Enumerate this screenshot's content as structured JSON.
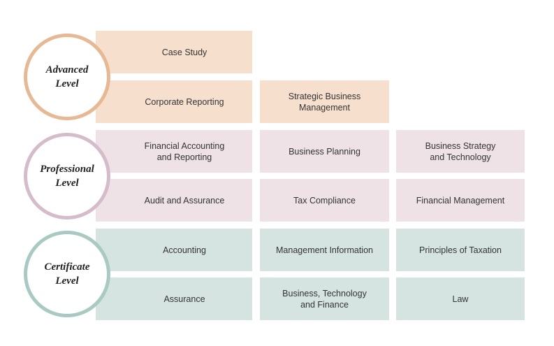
{
  "levels": [
    {
      "name_line1": "Advanced",
      "name_line2": "Level",
      "color_fill": "#f7dfcd",
      "color_ring": "#e6b893",
      "rows": [
        [
          "Case Study"
        ],
        [
          "Corporate Reporting",
          "Strategic Business\nManagement"
        ]
      ]
    },
    {
      "name_line1": "Professional",
      "name_line2": "Level",
      "color_fill": "#eee2e7",
      "color_ring": "#d4bccb",
      "rows": [
        [
          "Financial Accounting\nand Reporting",
          "Business Planning",
          "Business Strategy\nand Technology"
        ],
        [
          "Audit and Assurance",
          "Tax Compliance",
          "Financial Management"
        ]
      ]
    },
    {
      "name_line1": "Certificate",
      "name_line2": "Level",
      "color_fill": "#d5e4e1",
      "color_ring": "#a9c9c3",
      "rows": [
        [
          "Accounting",
          "Management Information",
          "Principles of Taxation"
        ],
        [
          "Assurance",
          "Business, Technology\nand Finance",
          "Law"
        ]
      ]
    }
  ]
}
